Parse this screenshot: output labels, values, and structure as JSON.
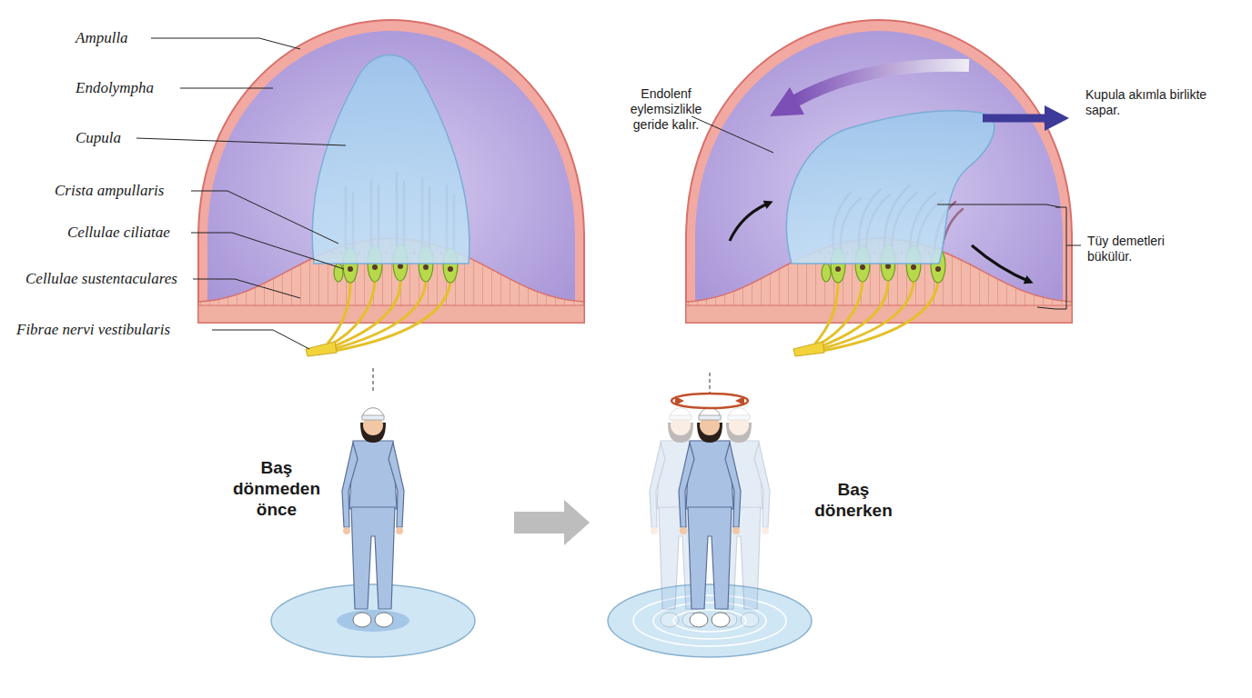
{
  "diagram": {
    "labels": [
      "Ampulla",
      "Endolympha",
      "Cupula",
      "Crista ampullaris",
      "Cellulae ciliatae",
      "Cellulae sustentaculares",
      "Fibrae nervi vestibularis",
      "Endolenf eylemsizlikle geride kalır.",
      "Kupula akımla birlikte sapar.",
      "Tüy demetleri bükülür.",
      "Baş dönmeden önce",
      "Baş dönerken"
    ]
  }
}
